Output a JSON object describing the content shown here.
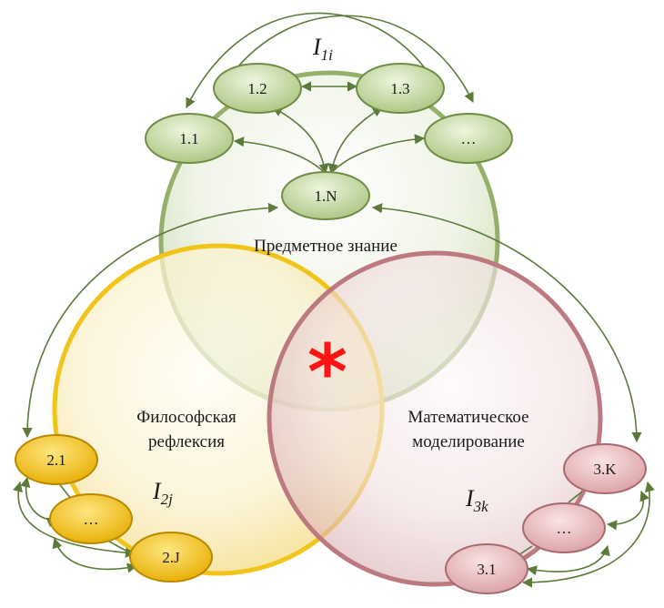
{
  "subject_circle": {
    "label": "Предметное знание",
    "group": {
      "letter": "I",
      "sub": "1i"
    },
    "nodes": [
      "1.1",
      "1.2",
      "1.3",
      "…",
      "1.N"
    ]
  },
  "philosophy_circle": {
    "label_line1": "Философская",
    "label_line2": "рефлексия",
    "group": {
      "letter": "I",
      "sub": "2j"
    },
    "nodes": [
      "2.1",
      "…",
      "2.J"
    ]
  },
  "math_circle": {
    "label_line1": "Математическое",
    "label_line2": "моделирование",
    "group": {
      "letter": "I",
      "sub": "3k"
    },
    "nodes": [
      "3.K",
      "…",
      "3.1"
    ]
  },
  "center_mark": "*",
  "colors": {
    "green": "#9dbb6a",
    "yellow": "#f2c200",
    "red": "#c0787f",
    "arrow": "#5c7a3a",
    "star": "#ff1414"
  }
}
